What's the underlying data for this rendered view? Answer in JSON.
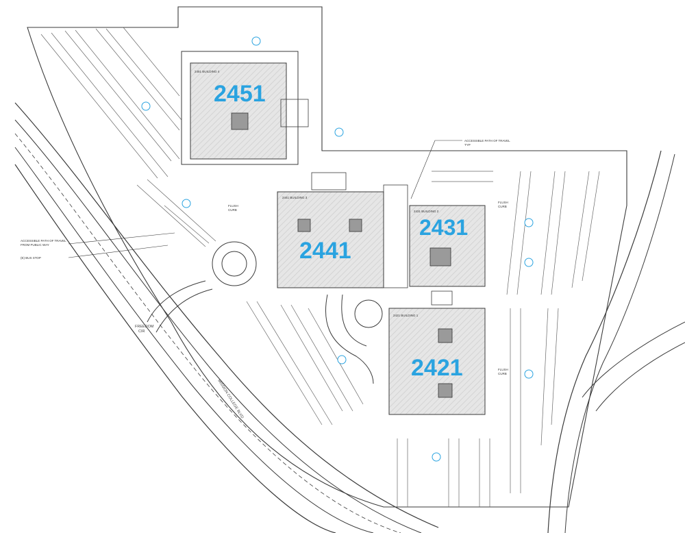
{
  "site_plan": {
    "buildings": [
      {
        "id": "b4",
        "number": "2451",
        "label": "2451 BUILDING 4"
      },
      {
        "id": "b3",
        "number": "2441",
        "label": "2441 BUILDING 3"
      },
      {
        "id": "b2",
        "number": "2431",
        "label": "2431 BUILDING 2"
      },
      {
        "id": "b1",
        "number": "2421",
        "label": "2421 BUILDING 1"
      }
    ],
    "callouts": {
      "accessible_path_typ_line1": "ACCESSIBLE PATH OF TRAVEL",
      "accessible_path_typ_line2": "TYP",
      "accessible_path_public_line1": "ACCESSIBLE PATH OF TRAVEL",
      "accessible_path_public_line2": "FROM PUBLIC WAY",
      "bus_stop": "(E) BUS STOP",
      "flush_curb_line1": "FLUSH",
      "flush_curb_line2": "CURB"
    },
    "roads": {
      "freedom_circle_line1": "FREEDOM",
      "freedom_circle_line2": "CIR",
      "mission_college_blvd": "MISSION COLLEGE BLVD"
    },
    "colors": {
      "building_number": "#2aa3e0",
      "building_fill": "#e4e4e4",
      "linework": "#3a3a3a",
      "background": "#ffffff"
    }
  }
}
